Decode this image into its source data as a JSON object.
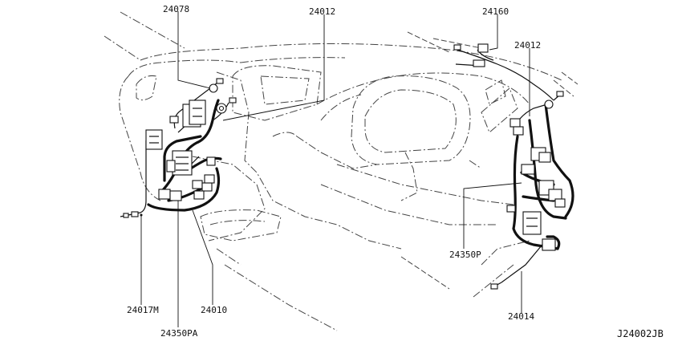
{
  "diagram": {
    "labels": {
      "l24078": "24078",
      "l24012_left": "24012",
      "l24160": "24160",
      "l24012_right": "24012",
      "l24350P": "24350P",
      "l24014": "24014",
      "l24017M": "24017M",
      "l24010": "24010",
      "l24350PA": "24350PA"
    },
    "drawing_code": "J24002JB"
  }
}
